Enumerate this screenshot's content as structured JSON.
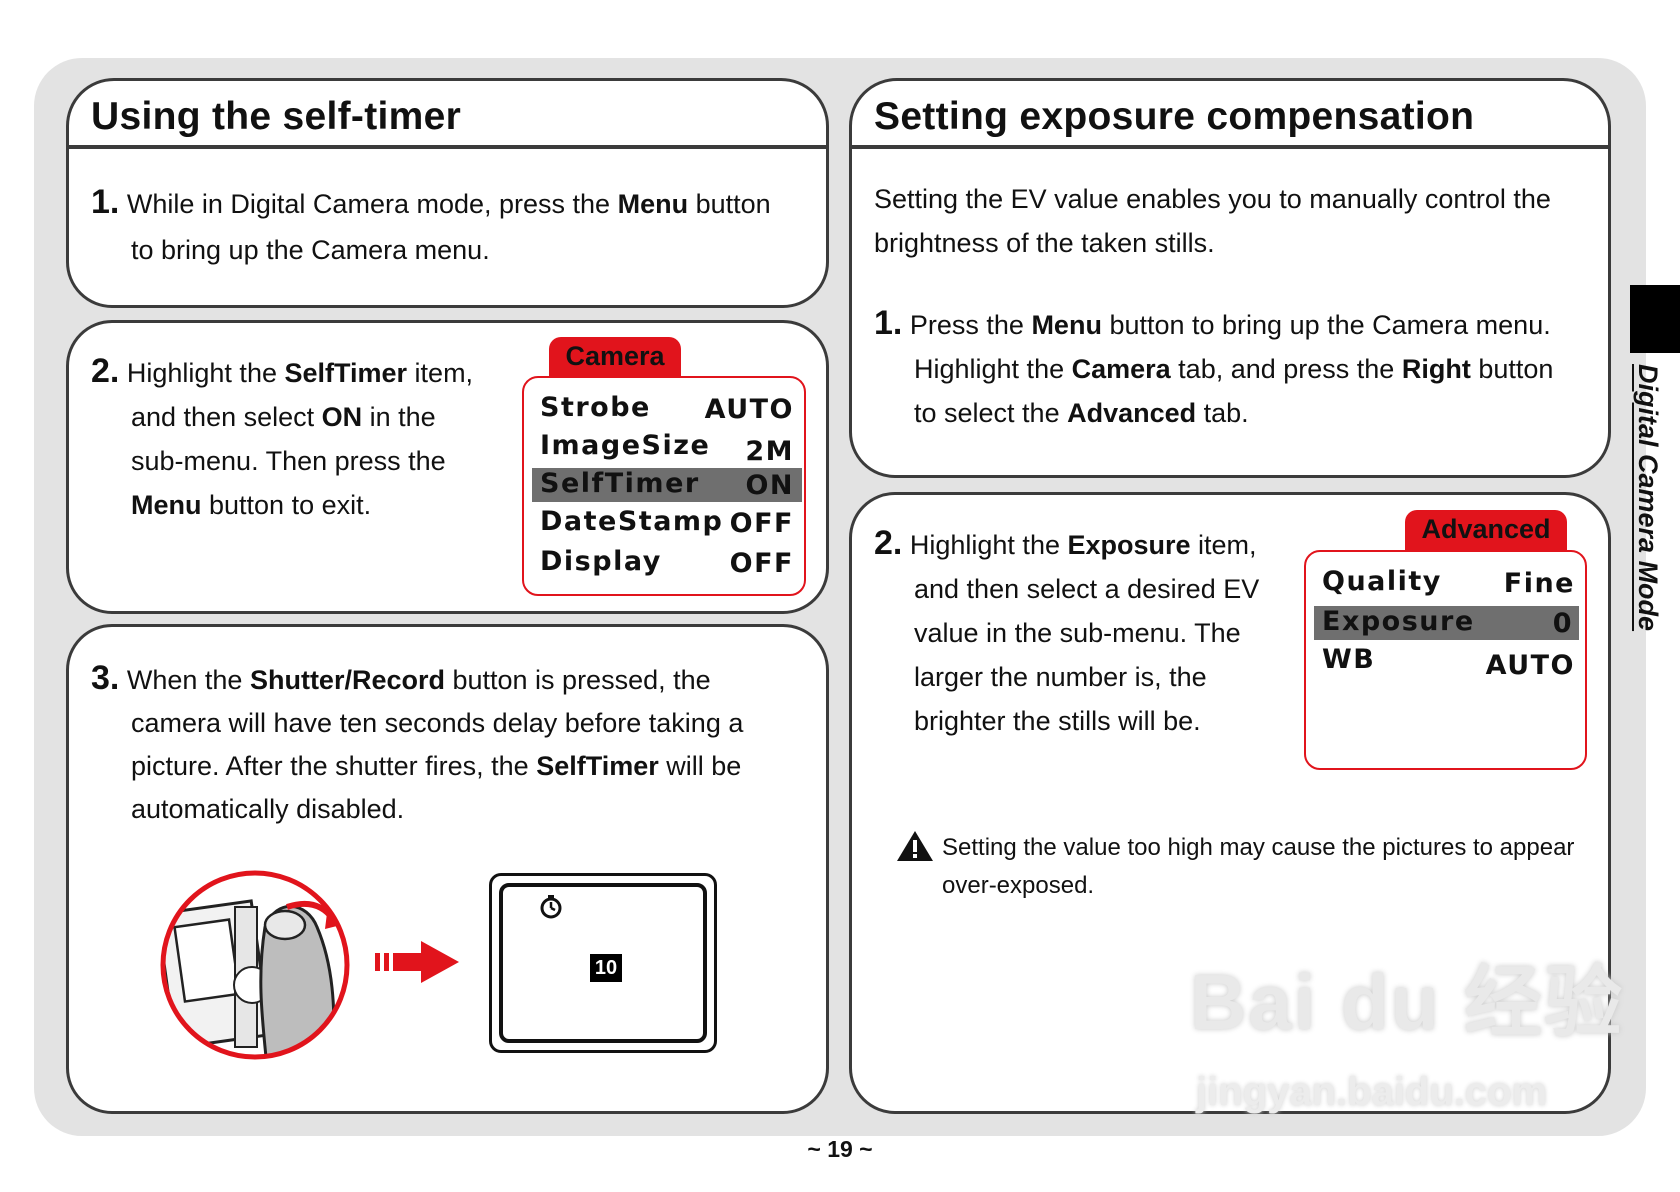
{
  "left": {
    "title": "Using the self-timer",
    "step1": {
      "num": "1.",
      "line1_a": "While in Digital Camera mode, press the ",
      "line1_b": "Menu",
      "line1_c": " button",
      "line2": "to bring up the Camera menu."
    },
    "step2": {
      "num": "2.",
      "l1a": "Highlight the ",
      "l1b": "SelfTimer",
      "l1c": " item,",
      "l2a": "and then select ",
      "l2b": "ON",
      "l2c": " in the",
      "l3": "sub-menu. Then press the",
      "l4a": "Menu",
      "l4b": " button to exit."
    },
    "camera_menu": {
      "tab": "Camera",
      "rows": [
        {
          "key": "Strobe",
          "value": "AUTO"
        },
        {
          "key": "ImageSize",
          "value": "2M"
        },
        {
          "key": "SelfTimer",
          "value": "ON"
        },
        {
          "key": "DateStamp",
          "value": "OFF"
        },
        {
          "key": "Display",
          "value": "OFF"
        }
      ]
    },
    "step3": {
      "num": "3.",
      "l1a": "When the ",
      "l1b": "Shutter/Record",
      "l1c": " button is pressed, the",
      "l2": "camera will have ten seconds delay before taking a",
      "l3a": "picture. After the shutter fires, the ",
      "l3b": "SelfTimer",
      "l3c": " will be",
      "l4": "automatically disabled."
    },
    "screen_countdown": "10"
  },
  "right": {
    "title": "Setting exposure compensation",
    "intro1": "Setting the EV value enables you to manually control the",
    "intro2": "brightness of the taken stills.",
    "step1": {
      "num": "1.",
      "l1a": "Press the ",
      "l1b": "Menu",
      "l1c": " button to bring up the Camera menu.",
      "l2a": "Highlight the ",
      "l2b": "Camera",
      "l2c": " tab, and press the ",
      "l2d": "Right",
      "l2e": " button",
      "l3a": "to select the ",
      "l3b": "Advanced",
      "l3c": " tab."
    },
    "step2": {
      "num": "2.",
      "l1a": "Highlight the ",
      "l1b": "Exposure",
      "l1c": " item,",
      "l2": "and then select a desired EV",
      "l3": "value in the sub-menu. The",
      "l4": "larger the number is, the",
      "l5": "brighter the stills will be."
    },
    "advanced_menu": {
      "tab": "Advanced",
      "rows": [
        {
          "key": "Quality",
          "value": "Fine"
        },
        {
          "key": "Exposure",
          "value": "0"
        },
        {
          "key": "WB",
          "value": "AUTO"
        }
      ]
    },
    "caution1": "Setting the value too high may cause the pictures to appear",
    "caution2": "over-exposed."
  },
  "side_label": "Digital Camera Mode",
  "page_number": "~ 19 ~",
  "watermark": "Bai du 经验",
  "watermark_url": "jingyan.baidu.com",
  "colors": {
    "accent": "#e1141c",
    "highlight": "#6f6f6f",
    "panel": "#e3e3e3"
  }
}
